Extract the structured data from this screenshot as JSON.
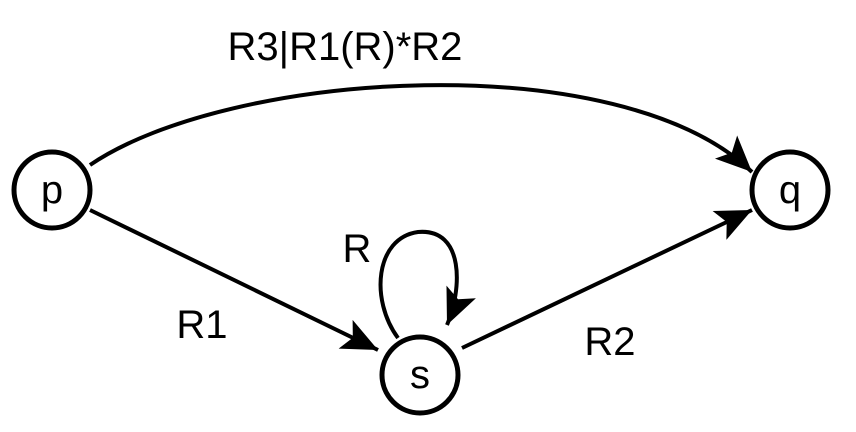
{
  "nodes": {
    "p": {
      "label": "p"
    },
    "q": {
      "label": "q"
    },
    "s": {
      "label": "s"
    }
  },
  "edges": {
    "p_to_q": {
      "label": "R3|R1(R)*R2"
    },
    "p_to_s": {
      "label": "R1"
    },
    "s_loop": {
      "label": "R"
    },
    "s_to_q": {
      "label": "R2"
    }
  }
}
